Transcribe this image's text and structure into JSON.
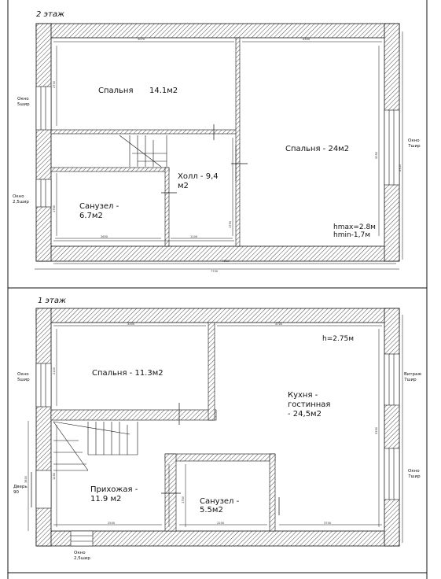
{
  "floor2": {
    "title": "2 этаж",
    "rooms": {
      "bedroom_small": {
        "name": "Спальня",
        "area": "14.1м2"
      },
      "bedroom_big": "Спальня - 24м2",
      "hall_line1": "Холл  - 9,4",
      "hall_line2": "м2",
      "bath_line1": "Санузел  -",
      "bath_line2": "6.7м2",
      "hmax": "hmax=2.8м",
      "hmin": "hmin-1,7м"
    },
    "windows": {
      "left_top_1": "Окно",
      "left_top_2": "5шир",
      "left_bottom_1": "Окно",
      "left_bottom_2": "2,5шир",
      "right_1": "Окно",
      "right_2": "7шир"
    },
    "dims": {
      "top_left": "3070",
      "top_right": "4300",
      "inner_bottom": "7050",
      "overall": "7700",
      "bath_width": "2650",
      "hall_width": "1100",
      "left_a": "2700",
      "left_b": "1750",
      "hall_height": "1750",
      "right_height": "5350",
      "right_outer": "6350"
    }
  },
  "floor1": {
    "title": "1 этаж",
    "rooms": {
      "bedroom": "Спальня  - 11.3м2",
      "height": "h=2.75м",
      "kitchen_line1": "Кухня  -",
      "kitchen_line2": "гостинная",
      "kitchen_line3": "- 24,5м2",
      "hallway_line1": "Прихожая  -",
      "hallway_line2": "11.9 м2",
      "bath_line1": "Санузел  -",
      "bath_line2": "5.5м2"
    },
    "windows": {
      "left_1": "Окно",
      "left_2": "5шир",
      "door_1": "Дверь",
      "door_2": "90",
      "bottom_1": "Окно",
      "bottom_2": "2,5шир",
      "right_top_1": "Витраж",
      "right_top_2": "7шир",
      "right_bottom_1": "Окно",
      "right_bottom_2": "7шир"
    },
    "dims": {
      "top_left": "3300",
      "top_right": "4700",
      "bedroom_height": "2100",
      "left_height": "3800",
      "right_height": "5350",
      "hallway_width": "2500",
      "bath_width": "2200",
      "kitchen_bottom": "3700",
      "bath_height": "1750",
      "left_small": "1250"
    }
  }
}
